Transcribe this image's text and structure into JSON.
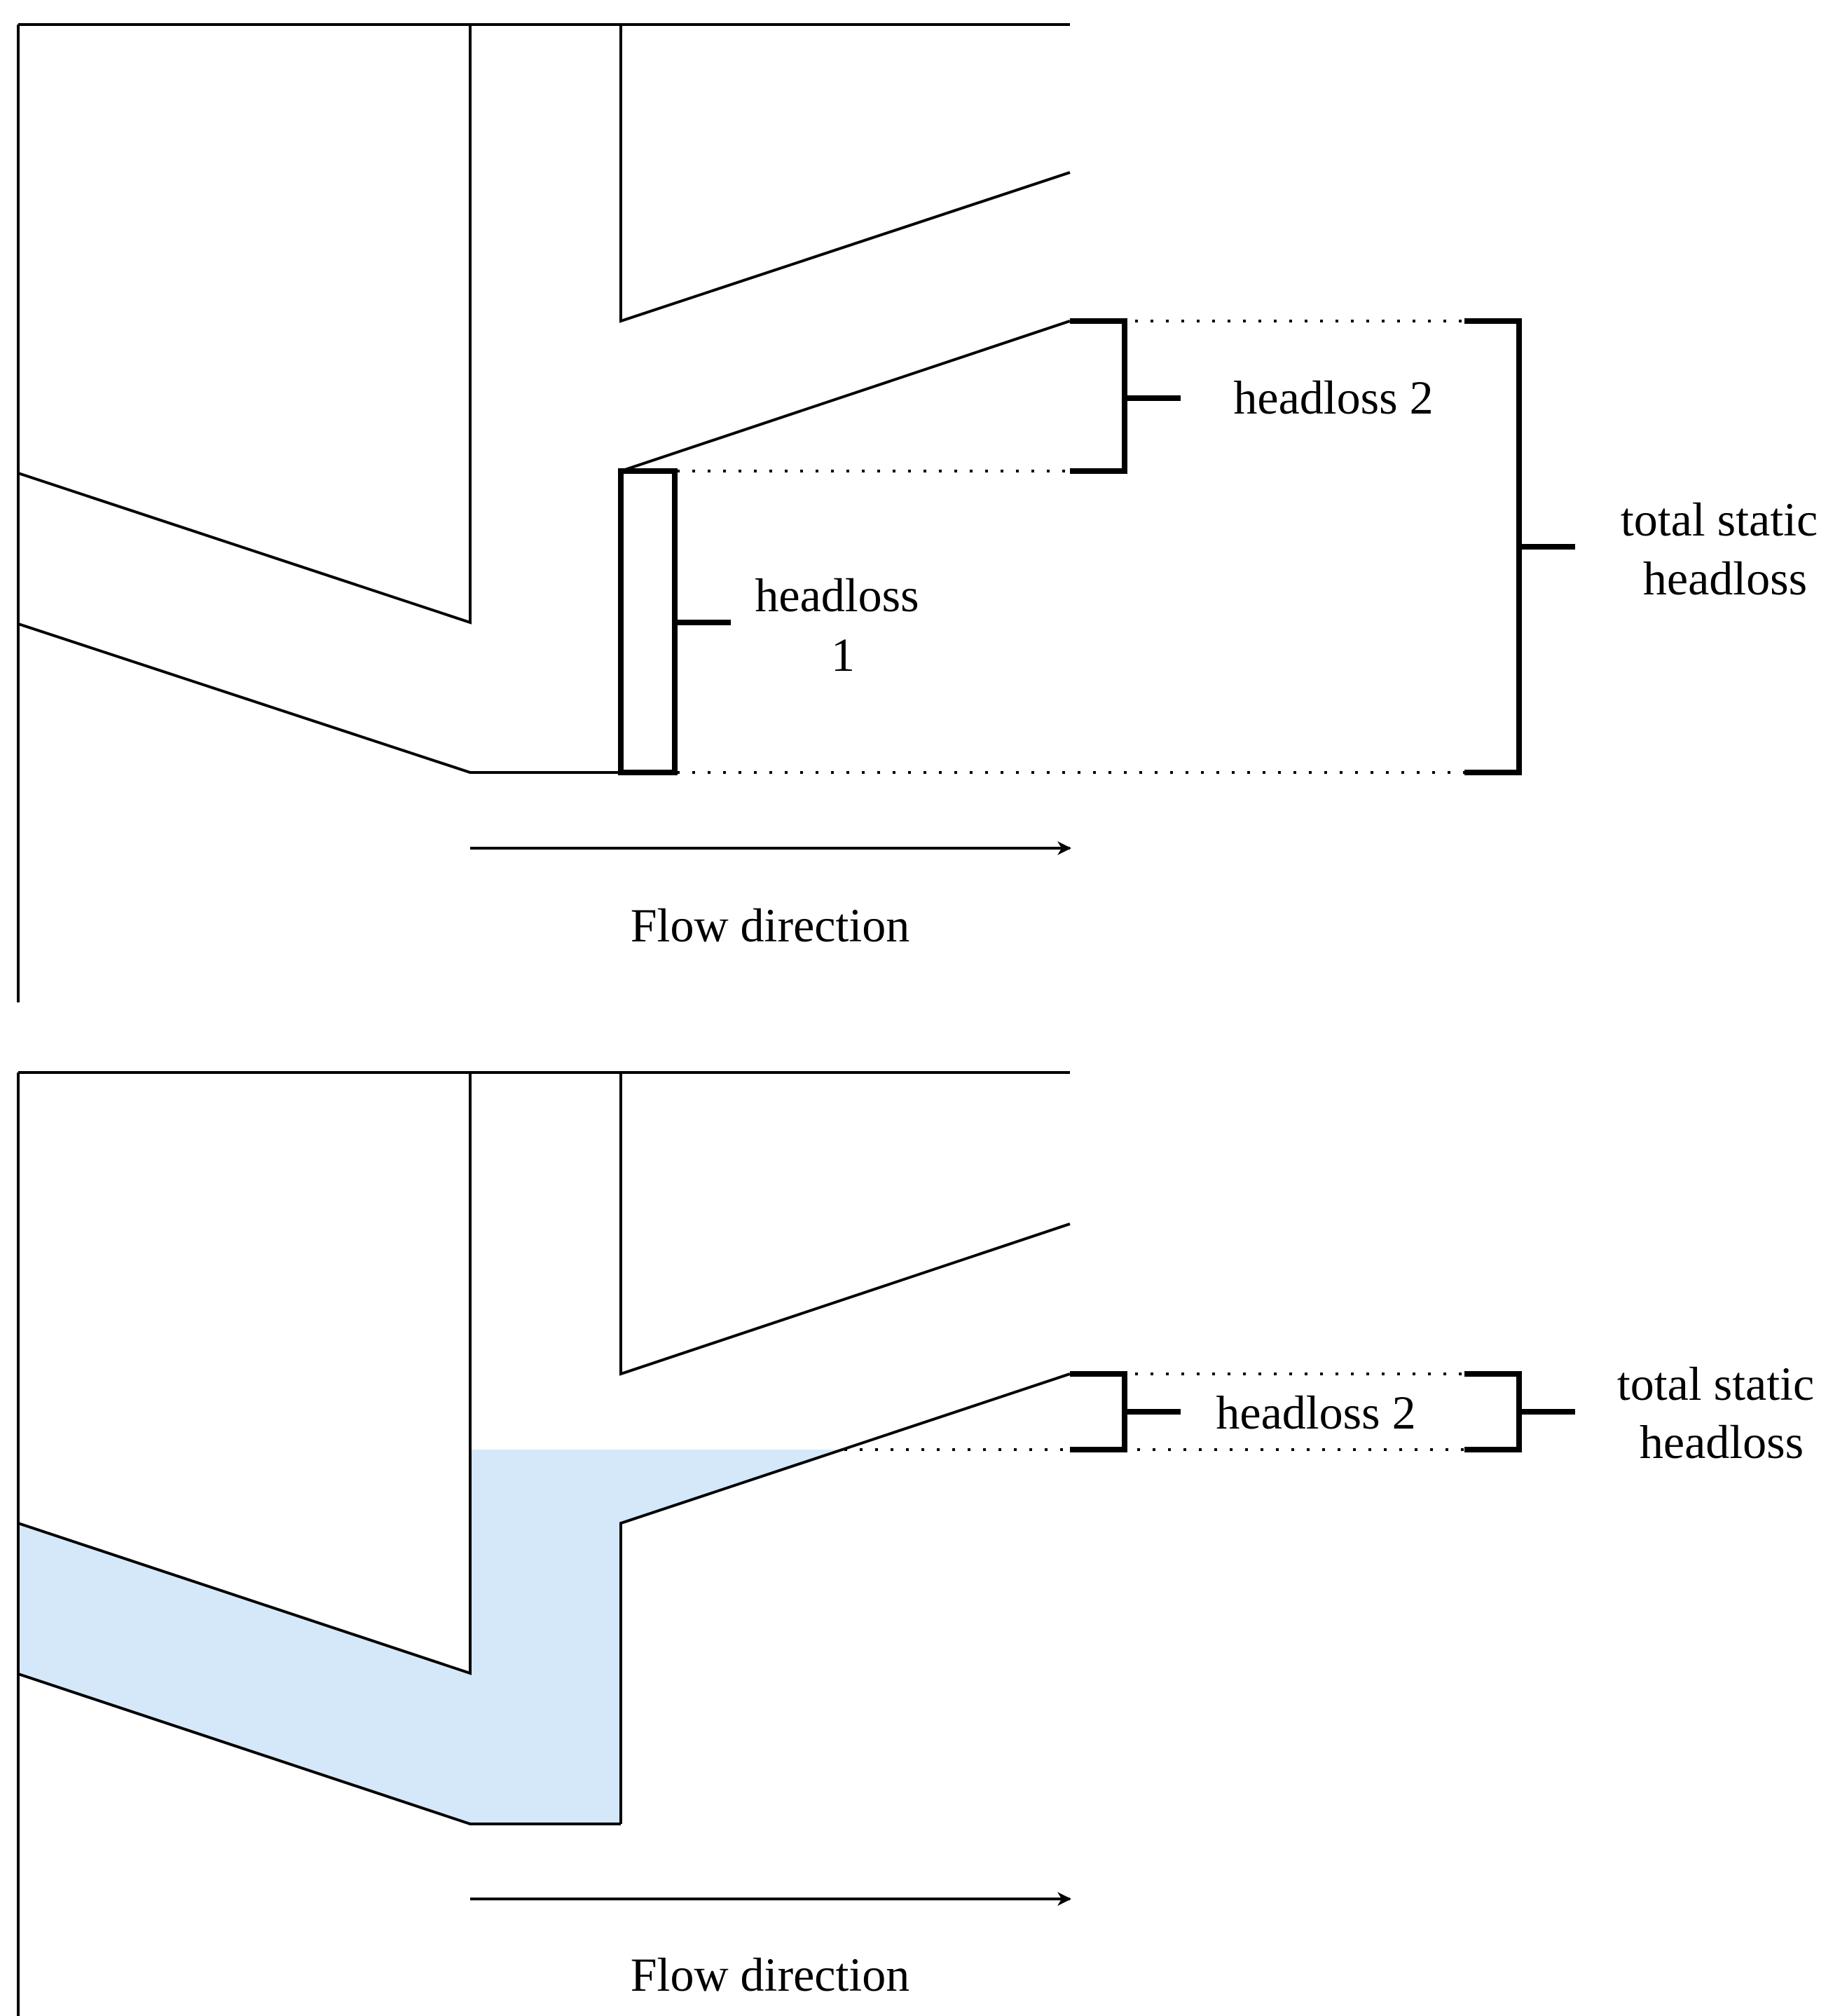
{
  "colors": {
    "line": "#000000",
    "water_fill": "#d4e8fa",
    "background": "#ffffff"
  },
  "panel_top": {
    "headloss_1": [
      "headloss",
      "1"
    ],
    "headloss_2": "headloss 2",
    "total_static_headloss": [
      "total static",
      "headloss"
    ],
    "flow_direction": "Flow direction"
  },
  "panel_bottom": {
    "headloss_2": "headloss 2",
    "total_static_headloss": [
      "total static",
      "headloss"
    ],
    "flow_direction": "Flow direction"
  }
}
